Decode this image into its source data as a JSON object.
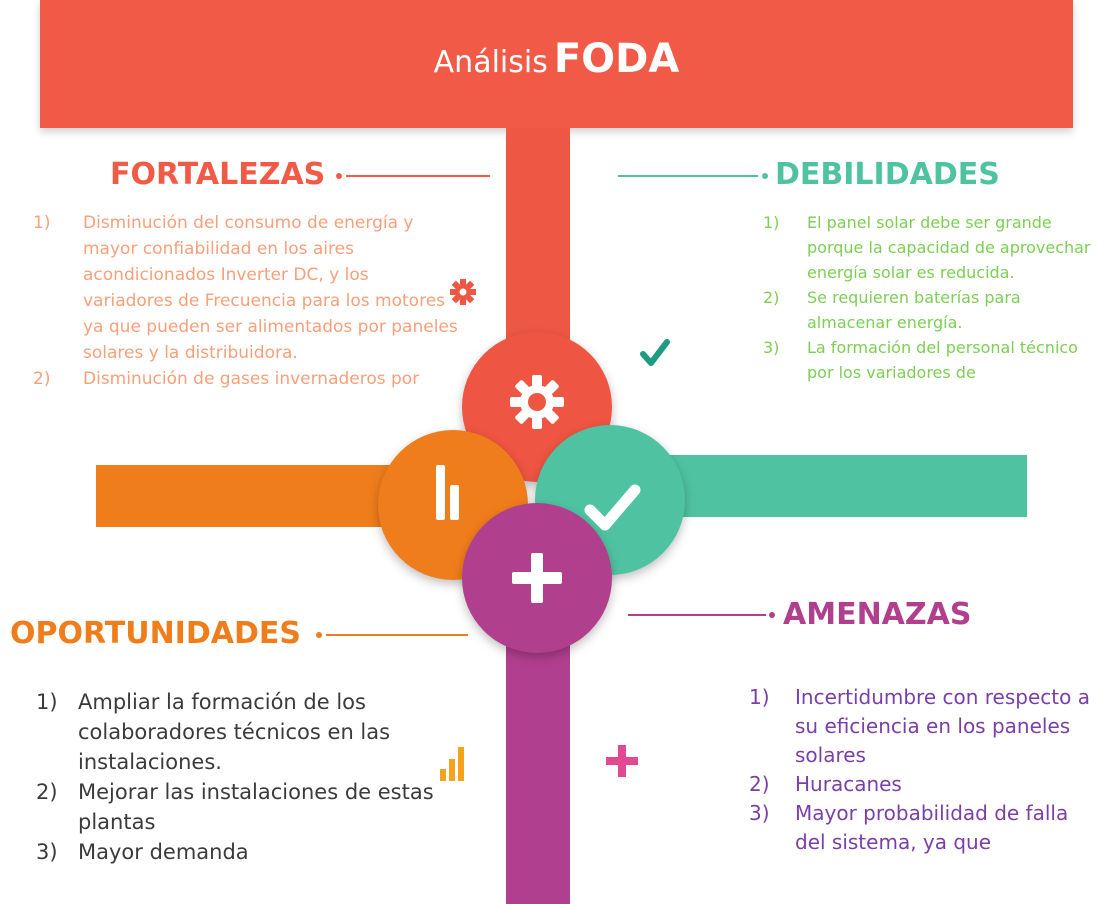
{
  "title": {
    "prefix": "Análisis",
    "main": "FODA"
  },
  "quadrants": {
    "fortalezas": {
      "heading": "FORTALEZAS",
      "color": "#f05a47",
      "items": [
        {
          "num": "1)",
          "text": "Disminución del consumo de energía y mayor confiabilidad en los aires acondicionados Inverter DC, y los variadores de Frecuencia para los motores ya que pueden ser alimentados por paneles solares y la distribuidora."
        },
        {
          "num": "2)",
          "text": "Disminución de gases invernaderos por"
        }
      ]
    },
    "debilidades": {
      "heading": "DEBILIDADES",
      "color": "#4fc3a1",
      "items": [
        {
          "num": "1)",
          "text": "El panel solar debe ser grande porque la capacidad de aprovechar energía solar es reducida."
        },
        {
          "num": "2)",
          "text": "Se requieren baterías para almacenar energía."
        },
        {
          "num": "3)",
          "text": "La formación del personal técnico por los variadores de"
        }
      ]
    },
    "oportunidades": {
      "heading": "OPORTUNIDADES",
      "color": "#f07d1c",
      "items": [
        {
          "num": "1)",
          "text": "Ampliar la formación de los colaboradores técnicos en las instalaciones."
        },
        {
          "num": "2)",
          "text": "Mejorar las instalaciones de estas plantas"
        },
        {
          "num": "3)",
          "text": "Mayor demanda"
        }
      ]
    },
    "amenazas": {
      "heading": "AMENAZAS",
      "color": "#b03f8e",
      "items": [
        {
          "num": "1)",
          "text": "Incertidumbre con respecto a su eficiencia en los paneles solares"
        },
        {
          "num": "2)",
          "text": "Huracanes"
        },
        {
          "num": "3)",
          "text": "Mayor probabilidad de falla del sistema, ya que"
        }
      ]
    }
  },
  "icons": {
    "gear": "gear-icon",
    "check": "check-icon",
    "bar_chart": "bar-chart-icon",
    "plus": "plus-icon"
  }
}
